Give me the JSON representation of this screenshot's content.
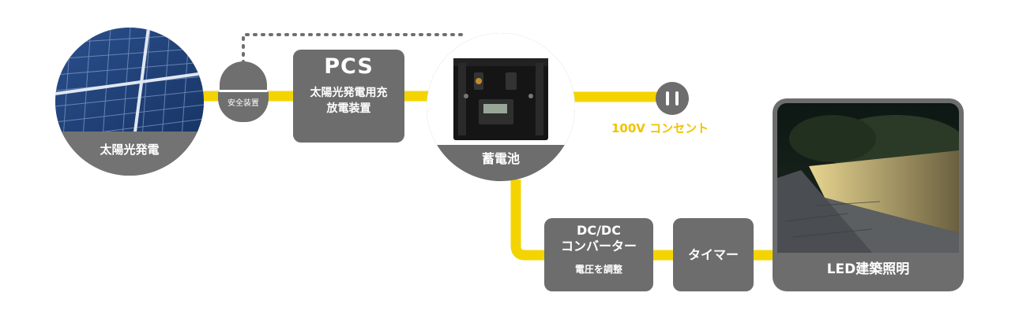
{
  "solar": {
    "label": "太陽光発電"
  },
  "safety": {
    "label": "安全装置"
  },
  "pcs": {
    "title": "PCS",
    "line1": "太陽光発電用充",
    "line2": "放電装置"
  },
  "battery": {
    "label": "蓄電池"
  },
  "outlet": {
    "label": "100V コンセント"
  },
  "dcdc": {
    "line1": "DC/DC",
    "line2": "コンバーター",
    "sub": "電圧を調整"
  },
  "timer": {
    "label": "タイマー"
  },
  "led": {
    "label": "LED建築照明"
  },
  "colors": {
    "wire": "#f4d400",
    "node": "#6d6d6d",
    "outlet_text": "#f2c200",
    "dotted": "#6f6f6f"
  }
}
